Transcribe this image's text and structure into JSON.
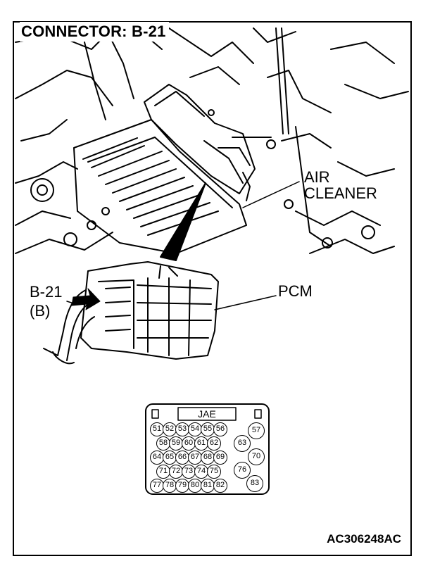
{
  "title": "CONNECTOR: B-21",
  "labels": {
    "air_cleaner_line1": "AIR",
    "air_cleaner_line2": "CLEANER",
    "pcm": "PCM",
    "connector_id": "B-21",
    "connector_sub": "(B)"
  },
  "connector_face": {
    "type_label": "JAE",
    "rows": [
      [
        "51",
        "52",
        "53",
        "54",
        "55",
        "56"
      ],
      [
        "58",
        "59",
        "60",
        "61",
        "62"
      ],
      [
        "64",
        "65",
        "66",
        "67",
        "68",
        "69"
      ],
      [
        "71",
        "72",
        "73",
        "74",
        "75"
      ],
      [
        "77",
        "78",
        "79",
        "80",
        "81",
        "82"
      ]
    ],
    "side_pins": [
      "57",
      "63",
      "70",
      "76",
      "83"
    ]
  },
  "figure_code": "AC306248AC"
}
